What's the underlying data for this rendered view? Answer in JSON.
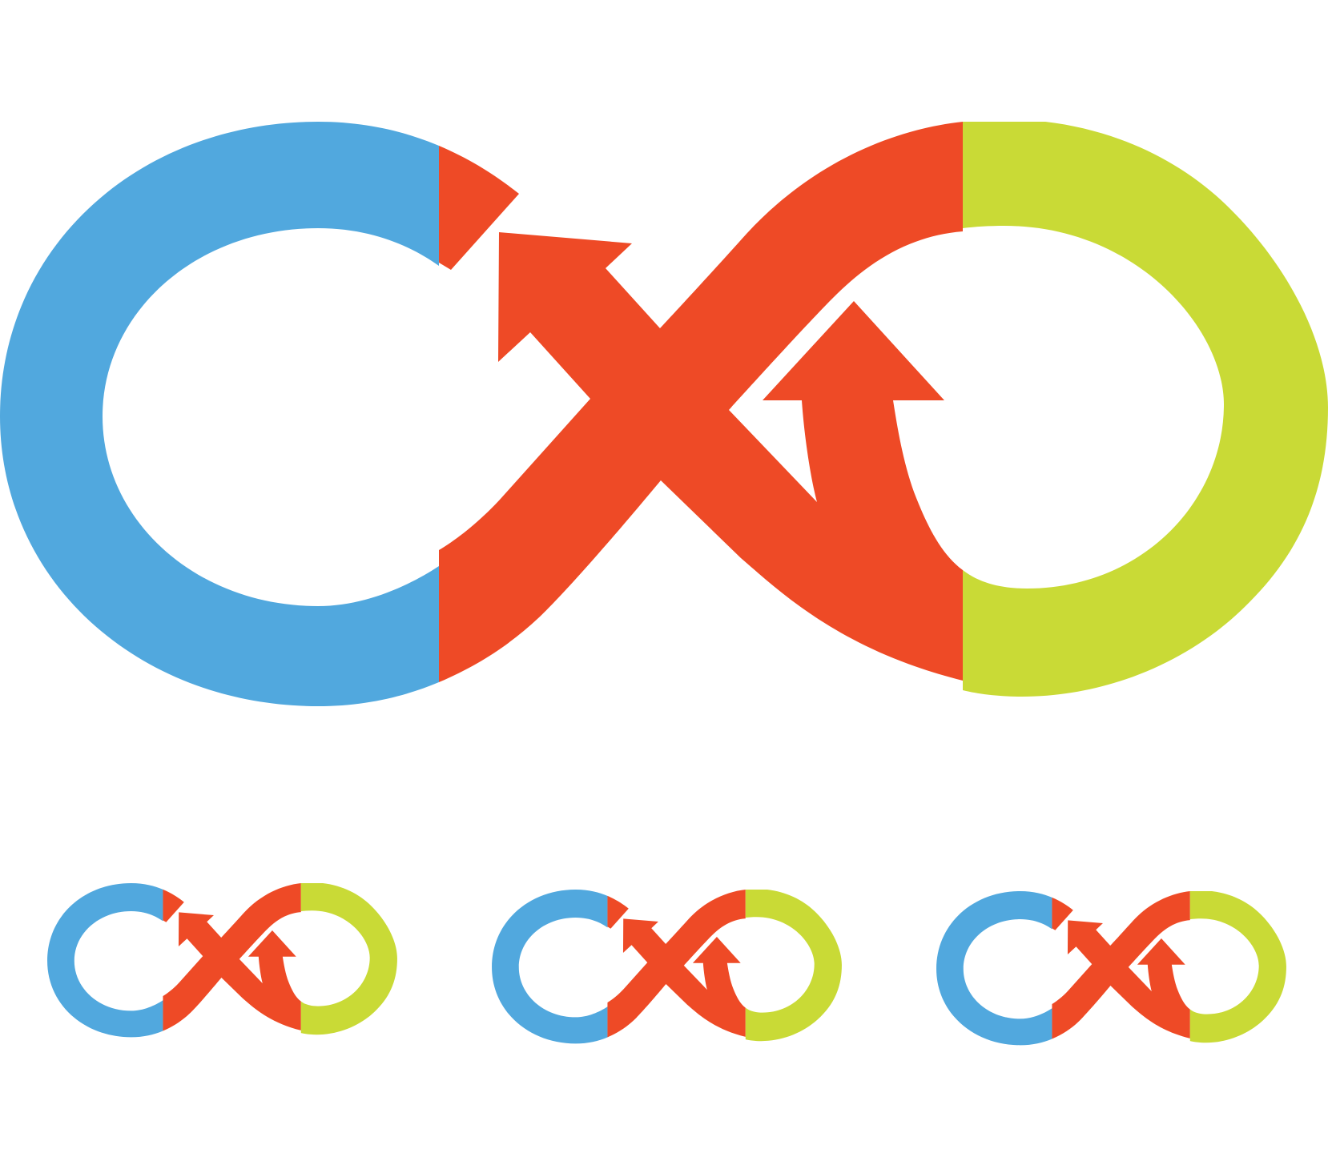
{
  "colors": {
    "background": "#ffffff",
    "blue": "#51a8de",
    "red": "#ee4a26",
    "green": "#c9da36"
  },
  "icons": {
    "large": "infinity-arrows-logo",
    "small": [
      "infinity-arrows-logo",
      "infinity-arrows-logo",
      "infinity-arrows-logo"
    ]
  }
}
